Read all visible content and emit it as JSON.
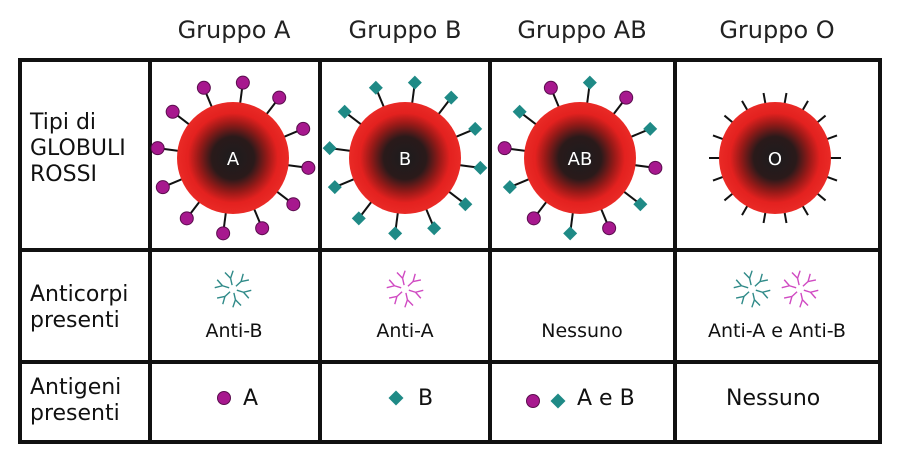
{
  "columns": [
    "Gruppo A",
    "Gruppo B",
    "Gruppo AB",
    "Gruppo O"
  ],
  "rows": {
    "cells": [
      "Tipi di",
      "GLOBULI",
      "ROSSI"
    ],
    "antibodies": [
      "Anticorpi",
      "presenti"
    ],
    "antigens": [
      "Antigeni",
      "presenti"
    ]
  },
  "cell_letters": [
    "A",
    "B",
    "AB",
    "O"
  ],
  "antibodies": [
    "Anti-B",
    "Anti-A",
    "Nessuno",
    "Anti-A e Anti-B"
  ],
  "antigens": [
    "A",
    "B",
    "A e B",
    "Nessuno"
  ],
  "colors": {
    "cell_red": "#e3211f",
    "cell_core": "#1c1c1e",
    "antigen_a": "#a7188e",
    "antigen_b": "#1f8a86",
    "anti_a": "#d04ac2",
    "anti_b": "#2f8a88"
  }
}
